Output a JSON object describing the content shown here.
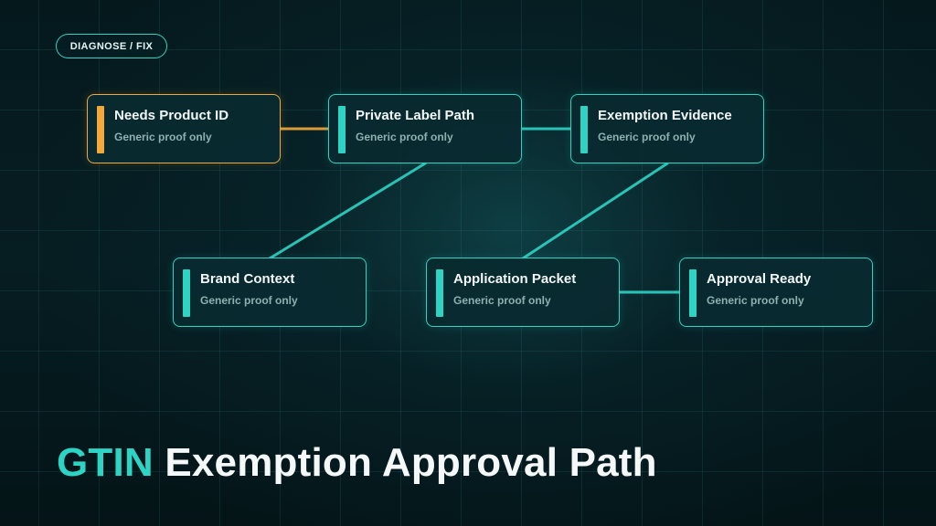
{
  "badge": "DIAGNOSE / FIX",
  "colors": {
    "accent": "#2dd4c4",
    "warning": "#f0a93a"
  },
  "nodes": [
    {
      "id": "needs-product-id",
      "title": "Needs Product ID",
      "subtitle": "Generic proof only",
      "status": "warning"
    },
    {
      "id": "private-label-path",
      "title": "Private Label Path",
      "subtitle": "Generic proof only",
      "status": "normal"
    },
    {
      "id": "exemption-evidence",
      "title": "Exemption Evidence",
      "subtitle": "Generic proof only",
      "status": "normal"
    },
    {
      "id": "brand-context",
      "title": "Brand Context",
      "subtitle": "Generic proof only",
      "status": "normal"
    },
    {
      "id": "application-packet",
      "title": "Application Packet",
      "subtitle": "Generic proof only",
      "status": "normal"
    },
    {
      "id": "approval-ready",
      "title": "Approval Ready",
      "subtitle": "Generic proof only",
      "status": "normal"
    }
  ],
  "links": [
    {
      "from": "needs-product-id",
      "to": "private-label-path",
      "status": "warning"
    },
    {
      "from": "private-label-path",
      "to": "exemption-evidence",
      "status": "normal"
    },
    {
      "from": "private-label-path",
      "to": "brand-context",
      "status": "normal"
    },
    {
      "from": "exemption-evidence",
      "to": "application-packet",
      "status": "normal"
    },
    {
      "from": "application-packet",
      "to": "approval-ready",
      "status": "normal"
    }
  ],
  "heading": {
    "accent": "GTIN",
    "rest": "Exemption Approval Path"
  }
}
